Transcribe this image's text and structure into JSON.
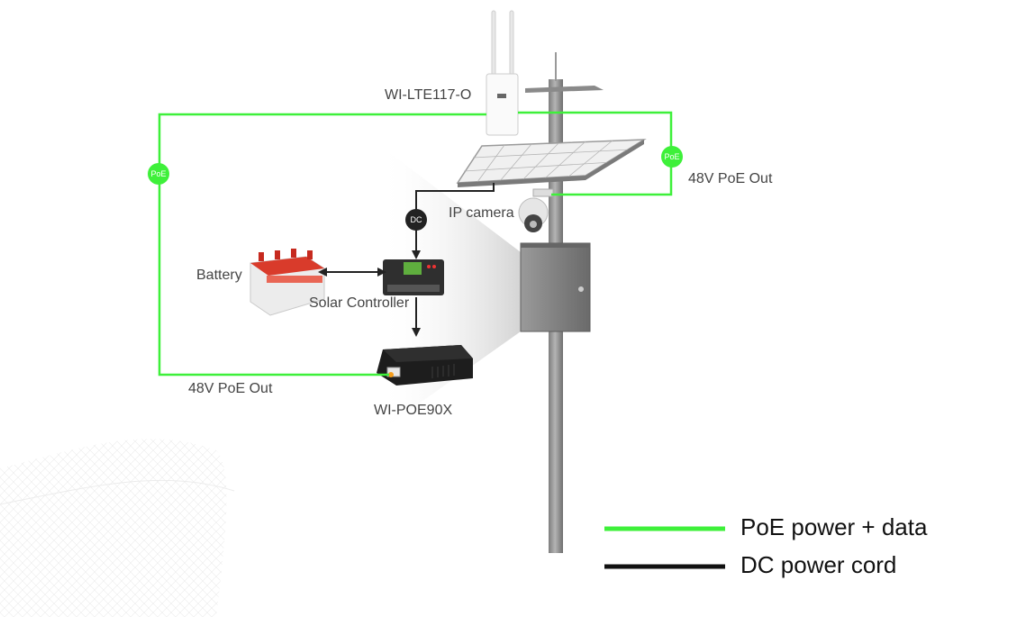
{
  "devices": {
    "router_label": "WI-LTE117-O",
    "poe_out_right_label": "48V PoE Out",
    "ip_camera_label": "IP camera",
    "battery_label": "Battery",
    "solar_controller_label": "Solar Controller",
    "poe_out_left_label": "48V PoE Out",
    "poe_injector_label": "WI-POE90X"
  },
  "badges": {
    "poe_left": "PoE",
    "poe_right": "PoE",
    "dc": "DC"
  },
  "legend": {
    "poe_label": "PoE power + data",
    "dc_label": "DC power cord"
  },
  "colors": {
    "poe_line": "#3ef03a",
    "dc_line": "#111111",
    "pole": "#8f8f8f",
    "cabinet": "#7a7a7a"
  },
  "icons": [
    "router-icon",
    "solar-panel-icon",
    "ip-camera-icon",
    "battery-icon",
    "solar-controller-icon",
    "poe-injector-icon",
    "cabinet-icon"
  ]
}
